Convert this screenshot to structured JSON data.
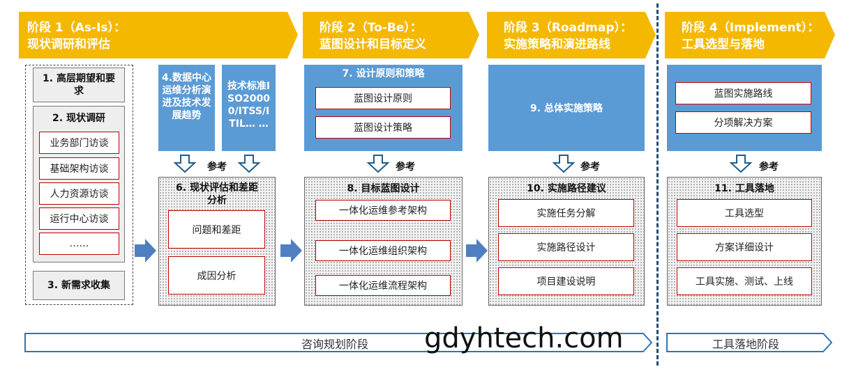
{
  "stages": [
    {
      "line1": "阶段 1（As-Is）：",
      "line2": "现状调研和评估"
    },
    {
      "line1": "阶段 2（To-Be）：",
      "line2": "蓝图设计和目标定义"
    },
    {
      "line1": "阶段 3（Roadmap）：",
      "line2": "实施策略和演进路线"
    },
    {
      "line1": "阶段 4（Implement）：",
      "line2": "工具选型与落地"
    }
  ],
  "col1": {
    "box1": "1. 高层期望和要求",
    "box2_title": "2. 现状调研",
    "box2_items": [
      "业务部门访谈",
      "基础架构访谈",
      "人力资源访谈",
      "运行中心访谈",
      "……"
    ],
    "box3": "3. 新需求收集"
  },
  "blue4": "4.数据中心运维分析演进及技术发展趋势",
  "blue5": "技术标准ISO20000/ITSS/ITIL… …",
  "box6": {
    "title": "6. 现状评估和差距分析",
    "items": [
      "问题和差距",
      "成因分析"
    ]
  },
  "box7": {
    "title": "7. 设计原则和策略",
    "items": [
      "蓝图设计原则",
      "蓝图设计策略"
    ]
  },
  "box8": {
    "title": "8. 目标蓝图设计",
    "items": [
      "一体化运维参考架构",
      "一体化运维组织架构",
      "一体化运维流程架构"
    ]
  },
  "box9": {
    "title": "9. 总体实施策略"
  },
  "box10": {
    "title": "10. 实施路径建议",
    "items": [
      "实施任务分解",
      "实施路径设计",
      "项目建设说明"
    ]
  },
  "box_stage4": {
    "items": [
      "蓝图实施路线",
      "分项解决方案"
    ]
  },
  "box11": {
    "title": "11. 工具落地",
    "items": [
      "工具选型",
      "方案详细设计",
      "工具实施、测试、上线"
    ]
  },
  "ref_label": "参考",
  "phase_bar1": "咨询规划阶段",
  "phase_bar2": "工具落地阶段",
  "watermark": "gdyhtech.com",
  "colors": {
    "stage_yellow": "#f5b800",
    "blue": "#5b9bd5",
    "arrow_blue": "#4f7fc0",
    "red_border": "#c00000",
    "dark_blue": "#1f5d8c"
  }
}
